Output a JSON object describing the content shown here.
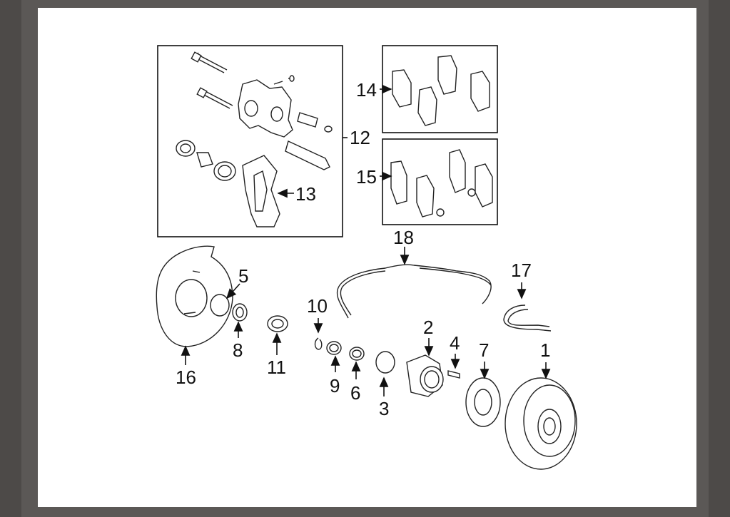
{
  "diagram": {
    "callouts": {
      "c1": "1",
      "c2": "2",
      "c3": "3",
      "c4": "4",
      "c5": "5",
      "c6": "6",
      "c7": "7",
      "c8": "8",
      "c9": "9",
      "c10": "10",
      "c11": "11",
      "c12": "12",
      "c13": "13",
      "c14": "14",
      "c15": "15",
      "c16": "16",
      "c17": "17",
      "c18": "18"
    },
    "colors": {
      "line": "#222222",
      "sheet": "#ffffff",
      "frame": "#5b5856"
    }
  }
}
